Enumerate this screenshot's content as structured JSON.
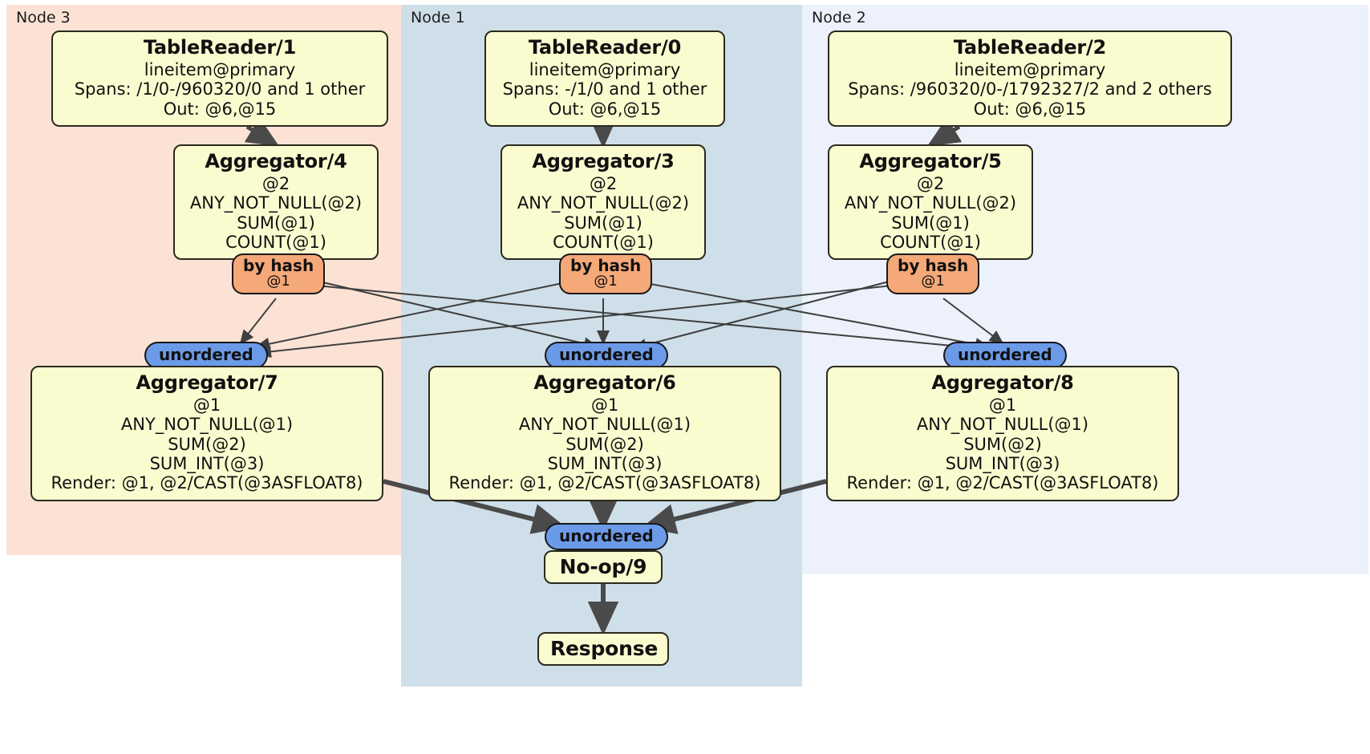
{
  "diagram": {
    "title": "Distributed SQL query execution plan",
    "colors": {
      "node3_panel": "#fbe2d5",
      "node1_panel": "#cfdfe9",
      "node2_panel": "#ecf1fb",
      "processor_box": "#fbfbd0",
      "processor_border": "#2a2a1e",
      "hash_badge": "#f5a878",
      "unordered_badge": "#6b9ae8",
      "edge_thin": "#3f3f3f",
      "edge_thick": "#4a4a4a"
    }
  },
  "panels": [
    {
      "id": "node3",
      "label": "Node 3"
    },
    {
      "id": "node1",
      "label": "Node 1"
    },
    {
      "id": "node2",
      "label": "Node 2"
    }
  ],
  "processors": {
    "tablereader_1": {
      "title": "TableReader/1",
      "lines": [
        "lineitem@primary",
        "Spans: /1/0-/960320/0 and 1 other",
        "Out: @6,@15"
      ]
    },
    "tablereader_0": {
      "title": "TableReader/0",
      "lines": [
        "lineitem@primary",
        "Spans: -/1/0 and 1 other",
        "Out: @6,@15"
      ]
    },
    "tablereader_2": {
      "title": "TableReader/2",
      "lines": [
        "lineitem@primary",
        "Spans: /960320/0-/1792327/2 and 2 others",
        "Out: @6,@15"
      ]
    },
    "aggregator_4": {
      "title": "Aggregator/4",
      "lines": [
        "@2",
        "ANY_NOT_NULL(@2)",
        "SUM(@1)",
        "COUNT(@1)"
      ]
    },
    "aggregator_3": {
      "title": "Aggregator/3",
      "lines": [
        "@2",
        "ANY_NOT_NULL(@2)",
        "SUM(@1)",
        "COUNT(@1)"
      ]
    },
    "aggregator_5": {
      "title": "Aggregator/5",
      "lines": [
        "@2",
        "ANY_NOT_NULL(@2)",
        "SUM(@1)",
        "COUNT(@1)"
      ]
    },
    "aggregator_7": {
      "title": "Aggregator/7",
      "lines": [
        "@1",
        "ANY_NOT_NULL(@1)",
        "SUM(@2)",
        "SUM_INT(@3)",
        "Render: @1, @2/CAST(@3ASFLOAT8)"
      ]
    },
    "aggregator_6": {
      "title": "Aggregator/6",
      "lines": [
        "@1",
        "ANY_NOT_NULL(@1)",
        "SUM(@2)",
        "SUM_INT(@3)",
        "Render: @1, @2/CAST(@3ASFLOAT8)"
      ]
    },
    "aggregator_8": {
      "title": "Aggregator/8",
      "lines": [
        "@1",
        "ANY_NOT_NULL(@1)",
        "SUM(@2)",
        "SUM_INT(@3)",
        "Render: @1, @2/CAST(@3ASFLOAT8)"
      ]
    },
    "noop_9": {
      "title": "No-op/9",
      "lines": []
    },
    "response": {
      "title": "Response",
      "lines": []
    }
  },
  "badges": {
    "hash_left": {
      "title": "by hash",
      "sub": "@1"
    },
    "hash_center": {
      "title": "by hash",
      "sub": "@1"
    },
    "hash_right": {
      "title": "by hash",
      "sub": "@1"
    },
    "unordered_left": {
      "title": "unordered",
      "sub": ""
    },
    "unordered_center": {
      "title": "unordered",
      "sub": ""
    },
    "unordered_right": {
      "title": "unordered",
      "sub": ""
    },
    "unordered_final": {
      "title": "unordered",
      "sub": ""
    }
  }
}
